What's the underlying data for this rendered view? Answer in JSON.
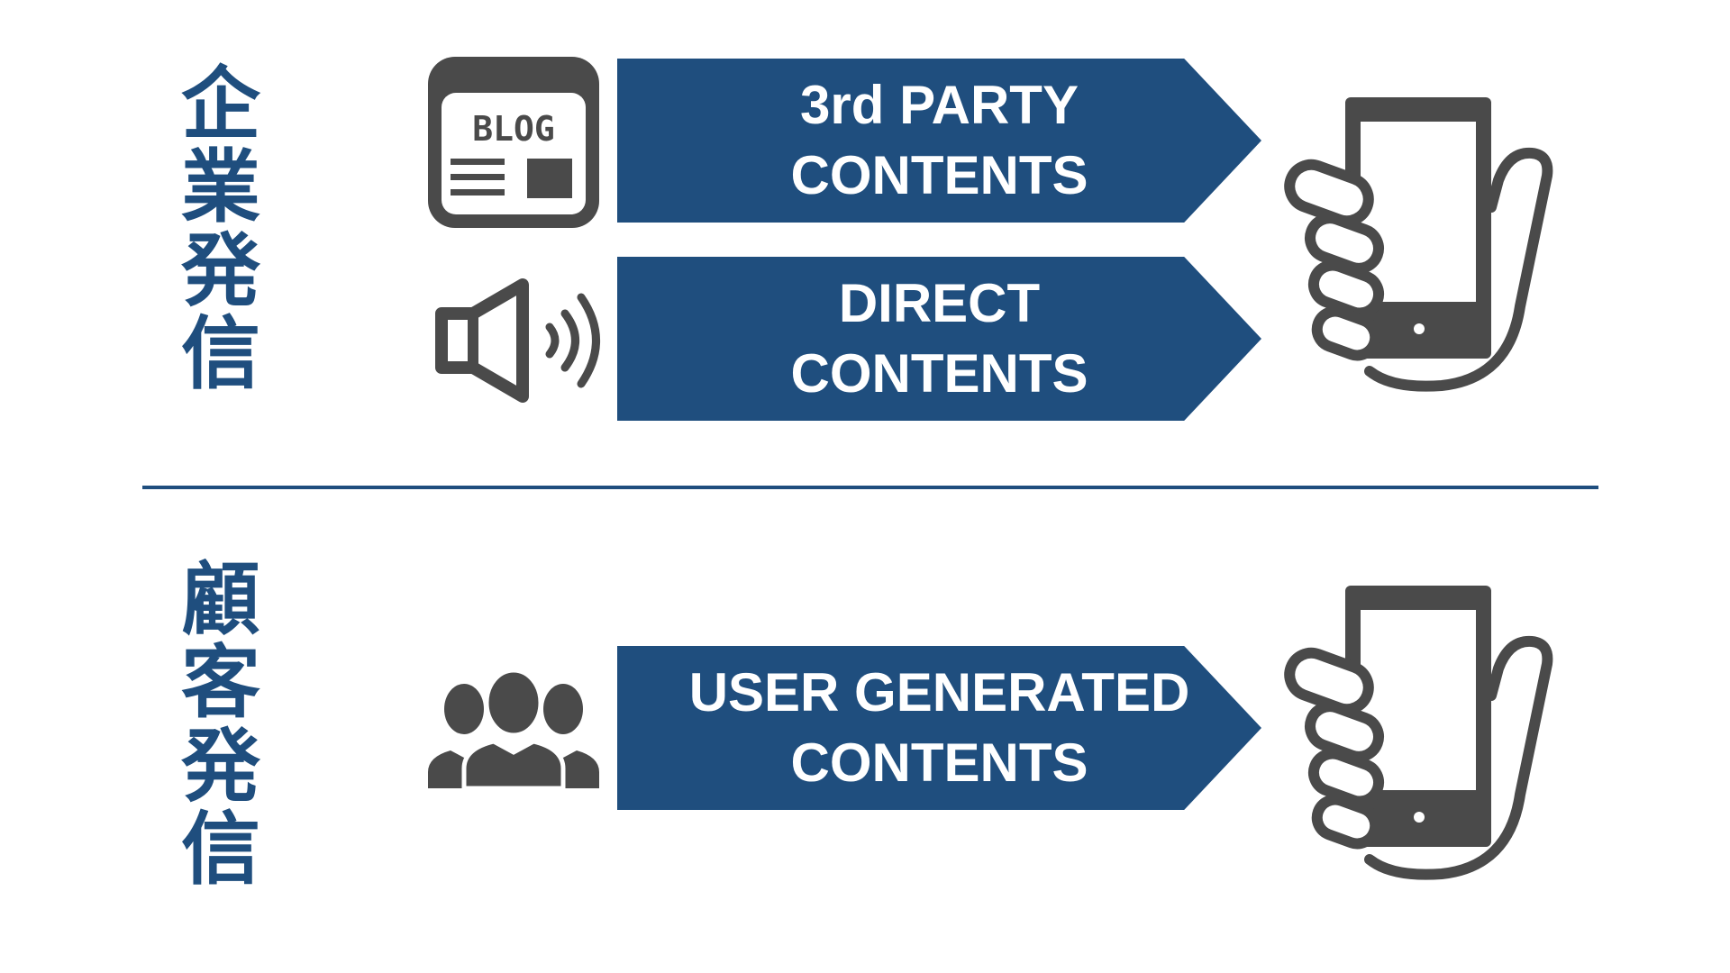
{
  "labels": {
    "corporate": [
      "企",
      "業",
      "発",
      "信"
    ],
    "customer": [
      "顧",
      "客",
      "発",
      "信"
    ]
  },
  "blog_icon_text": "BLOG",
  "arrows": [
    {
      "line1": "3rd PARTY",
      "line2": "CONTENTS"
    },
    {
      "line1": "DIRECT",
      "line2": "CONTENTS"
    },
    {
      "line1": "USER GENERATED",
      "line2": "CONTENTS"
    }
  ],
  "icons": {
    "blog": "blog-icon",
    "speaker": "speaker-icon",
    "users": "users-icon",
    "phone": "hand-holding-smartphone-icon"
  },
  "colors": {
    "accent": "#1f4e7e",
    "icon": "#4a4a4a",
    "text_on_accent": "#ffffff"
  }
}
